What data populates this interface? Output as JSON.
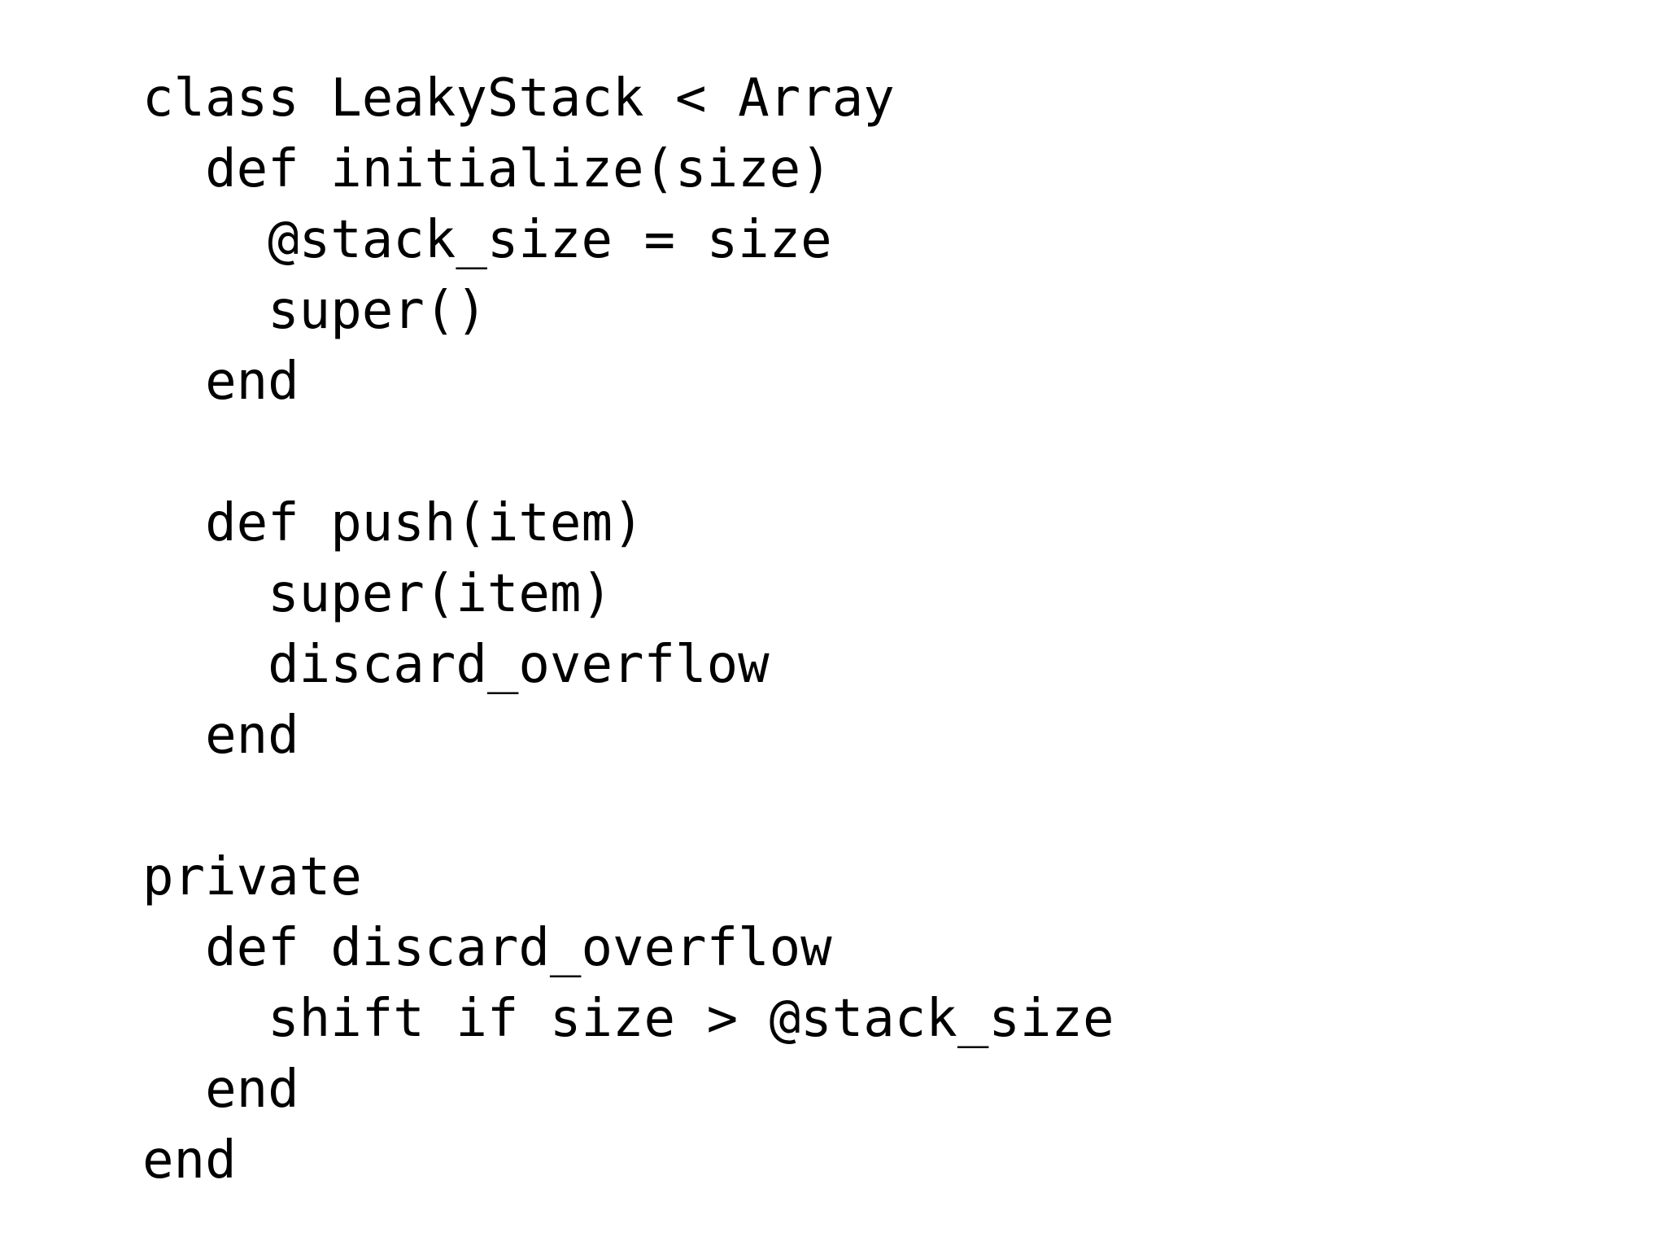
{
  "slide": {
    "background_color": "#ffffff",
    "text_color": "#000000",
    "code": {
      "language": "ruby",
      "lines": [
        "class LeakyStack < Array",
        "  def initialize(size)",
        "    @stack_size = size",
        "    super()",
        "  end",
        "",
        "  def push(item)",
        "    super(item)",
        "    discard_overflow",
        "  end",
        "",
        "private",
        "  def discard_overflow",
        "    shift if size > @stack_size",
        "  end",
        "end"
      ]
    }
  }
}
